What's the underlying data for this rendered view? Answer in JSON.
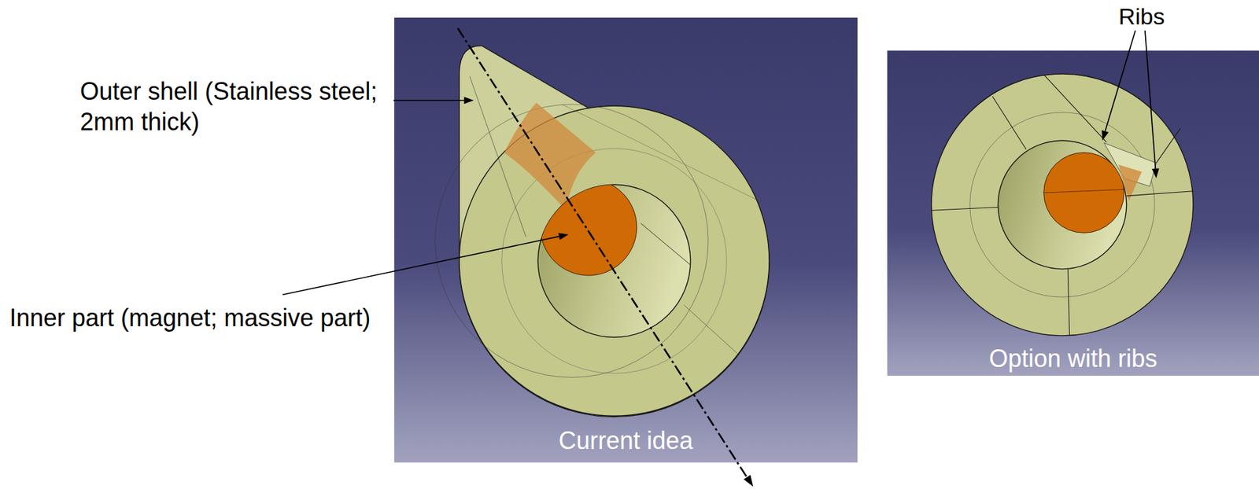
{
  "diagram": {
    "nodes": [
      {
        "text": [
          "Current idea"
        ]
      },
      {
        "text": [
          "Option with ribs"
        ]
      }
    ],
    "labels": [
      "Outer shell (Stainless steel; 2mm thick)",
      "Inner part (magnet; massive part)",
      "Ribs"
    ]
  }
}
